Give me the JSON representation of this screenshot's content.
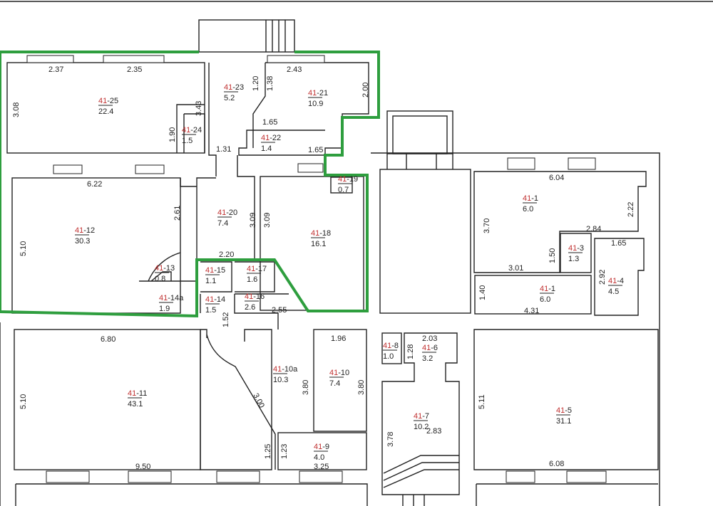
{
  "plan": {
    "prefix": "41",
    "highlight_color": "#2e9e3e",
    "rooms": [
      {
        "suffix": "-25",
        "area": "22.4"
      },
      {
        "suffix": "-23",
        "area": "5.2"
      },
      {
        "suffix": "-21",
        "area": "10.9"
      },
      {
        "suffix": "-24",
        "area": "1.5"
      },
      {
        "suffix": "-22",
        "area": "1.4"
      },
      {
        "suffix": "-19",
        "area": "0.7"
      },
      {
        "suffix": "-12",
        "area": "30.3"
      },
      {
        "suffix": "-20",
        "area": "7.4"
      },
      {
        "suffix": "-18",
        "area": "16.1"
      },
      {
        "suffix": "-13",
        "area": "0.8"
      },
      {
        "suffix": "-15",
        "area": "1.1"
      },
      {
        "suffix": "-17",
        "area": "1.6"
      },
      {
        "suffix": "-14a",
        "area": "1.9"
      },
      {
        "suffix": "-14",
        "area": "1.5"
      },
      {
        "suffix": "-16",
        "area": "2.6"
      },
      {
        "suffix": "-1",
        "area": "6.0"
      },
      {
        "suffix": "-3",
        "area": "1.3"
      },
      {
        "suffix": "-1",
        "area": "6.0"
      },
      {
        "suffix": "-4",
        "area": "4.5"
      },
      {
        "suffix": "-11",
        "area": "43.1"
      },
      {
        "suffix": "-10a",
        "area": "10.3"
      },
      {
        "suffix": "-10",
        "area": "7.4"
      },
      {
        "suffix": "-8",
        "area": "1.0"
      },
      {
        "suffix": "-6",
        "area": "3.2"
      },
      {
        "suffix": "-7",
        "area": "10.2"
      },
      {
        "suffix": "-9",
        "area": "4.0"
      },
      {
        "suffix": "-5",
        "area": "31.1"
      }
    ],
    "dimensions": [
      "2.37",
      "2.35",
      "3.08",
      "3.43",
      "1.20",
      "1.38",
      "2.43",
      "2.00",
      "1.90",
      "1.65",
      "1.31",
      "1.65",
      "6.22",
      "2.61",
      "5.10",
      "3.09",
      "3.09",
      "2.20",
      "2.55",
      "1.52",
      "6.04",
      "2.22",
      "3.70",
      "2.84",
      "1.50",
      "1.65",
      "3.01",
      "2.92",
      "1.40",
      "4.31",
      "6.80",
      "5.10",
      "3.00",
      "3.80",
      "1.96",
      "3.80",
      "2.03",
      "1.28",
      "3.78",
      "2.83",
      "5.11",
      "1.25",
      "1.23",
      "3.25",
      "9.50",
      "6.08"
    ]
  }
}
